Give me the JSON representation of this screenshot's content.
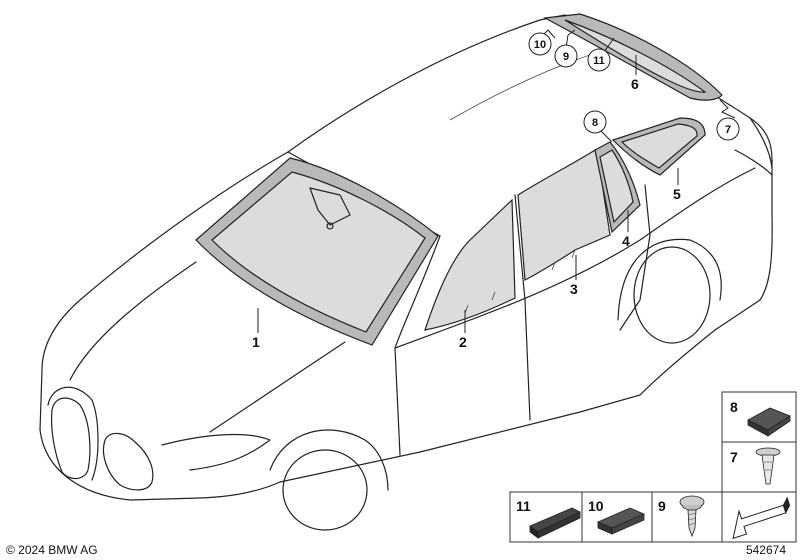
{
  "callouts": {
    "windscreen": "1",
    "front_door_window": "2",
    "rear_door_window": "3",
    "rear_door_fixed_window": "4",
    "side_window_rear": "5",
    "rear_window": "6",
    "rear_clip": "7",
    "seal_8": "8",
    "screw_9": "9",
    "pad_10": "10",
    "strip_11": "11"
  },
  "parts_legend": [
    {
      "number": "8",
      "icon": "foam-pad-icon"
    },
    {
      "number": "7",
      "icon": "clip-icon"
    },
    {
      "number": "11",
      "icon": "adhesive-strip-icon"
    },
    {
      "number": "10",
      "icon": "pad-icon"
    },
    {
      "number": "9",
      "icon": "screw-icon"
    },
    {
      "number": "",
      "icon": "arrow-icon"
    }
  ],
  "footer": {
    "copyright": "© 2024 BMW AG",
    "diagram_id": "542674"
  }
}
